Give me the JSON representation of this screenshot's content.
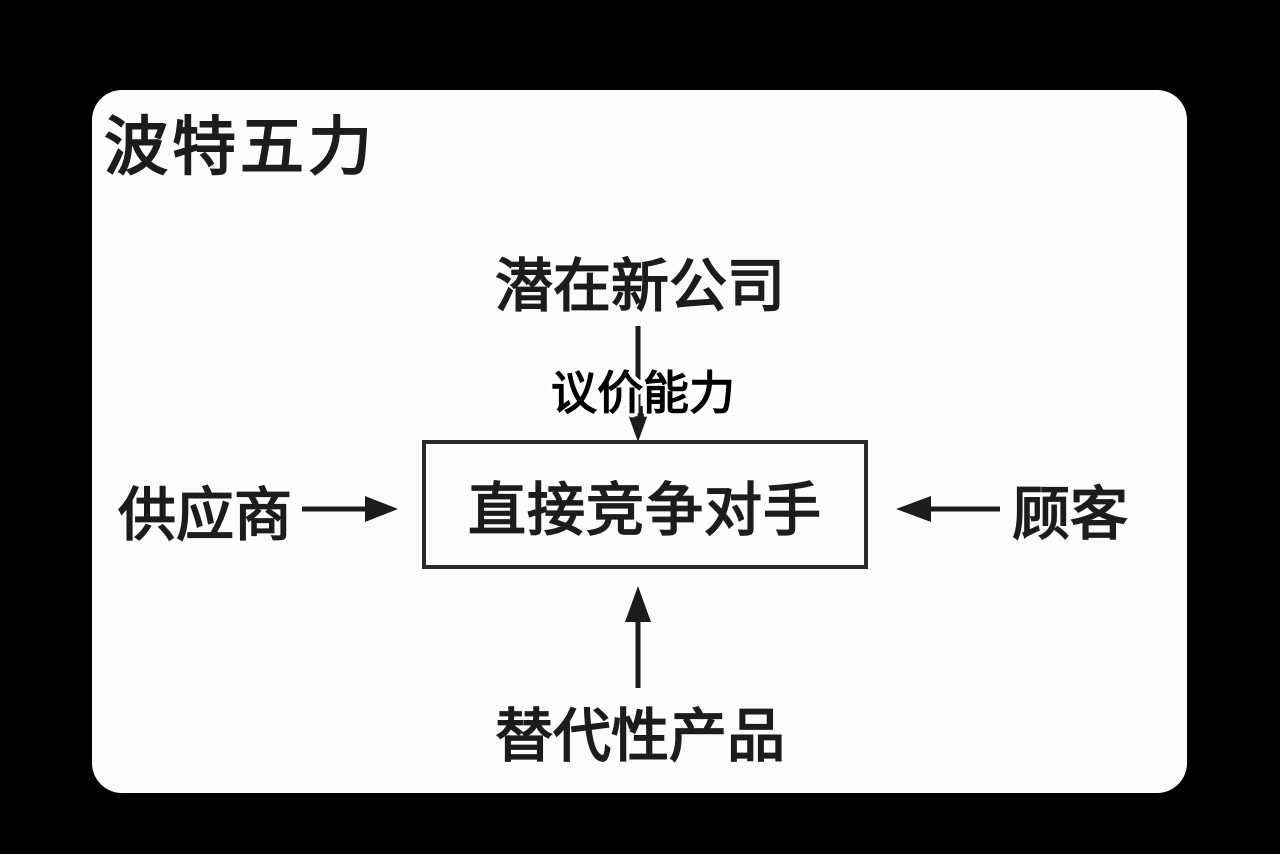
{
  "window": {
    "title": "波特五力"
  },
  "diagram": {
    "nodes": {
      "top": {
        "label": "潜在新公司"
      },
      "left": {
        "label": "供应商"
      },
      "center": {
        "label": "直接竞争对手"
      },
      "right": {
        "label": "顾客"
      },
      "bottom": {
        "label": "替代性产品"
      }
    },
    "overlay_caption": "议价能力",
    "arrows": [
      {
        "name": "top-to-center",
        "direction": "down"
      },
      {
        "name": "left-to-center",
        "direction": "right"
      },
      {
        "name": "right-to-center",
        "direction": "left"
      },
      {
        "name": "bottom-to-center",
        "direction": "up"
      }
    ]
  },
  "colors": {
    "background": "#000000",
    "card": "#fdfdfd",
    "ink": "#1c1c1c",
    "box_border": "#2a2a2a",
    "caption_text": "#000000",
    "caption_halo": "#ffffff"
  }
}
